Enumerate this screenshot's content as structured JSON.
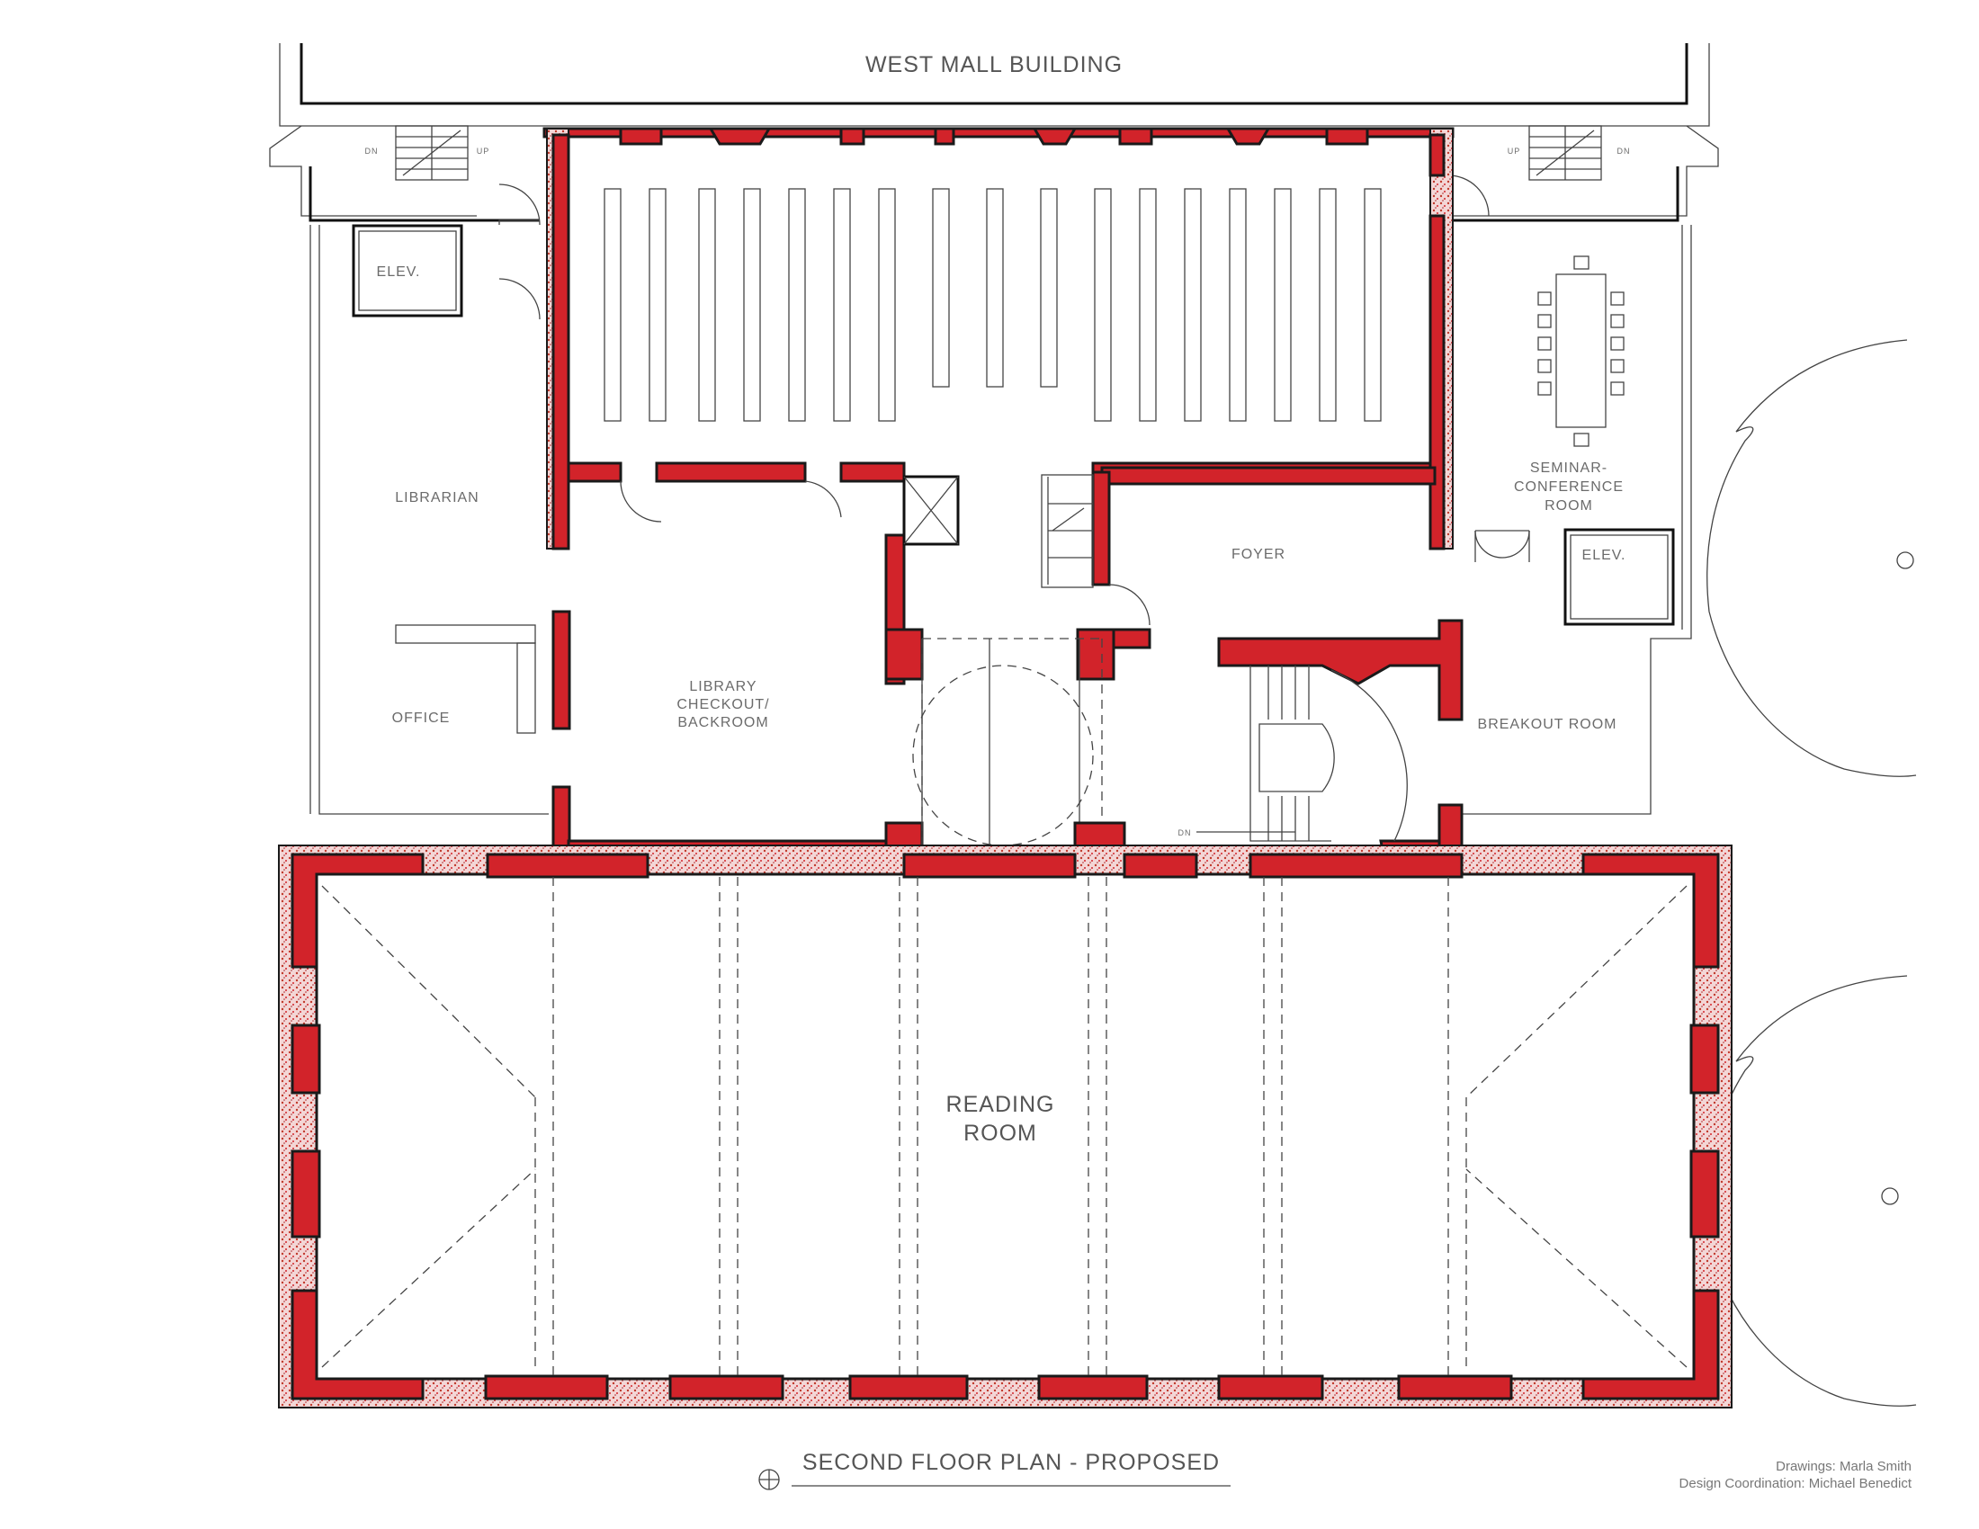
{
  "building_label": "WEST MALL BUILDING",
  "rooms": {
    "elev_west": "ELEV.",
    "elev_east": "ELEV.",
    "librarian": "LIBRARIAN",
    "office": "OFFICE",
    "checkout_line1": "LIBRARY",
    "checkout_line2": "CHECKOUT/",
    "checkout_line3": "BACKROOM",
    "foyer": "FOYER",
    "seminar_line1": "SEMINAR-",
    "seminar_line2": "CONFERENCE",
    "seminar_line3": "ROOM",
    "breakout": "BREAKOUT ROOM",
    "reading_line1": "READING",
    "reading_line2": "ROOM"
  },
  "stair_labels": {
    "dn_west": "DN",
    "up_west": "UP",
    "up_east": "UP",
    "dn_east": "DN",
    "dn_main": "DN"
  },
  "plan_title": "SECOND FLOOR PLAN - PROPOSED",
  "credits": {
    "drawings": "Drawings: Marla Smith",
    "coordination": "Design Coordination: Michael Benedict"
  },
  "colors": {
    "new_wall": "#d2232a",
    "existing_masonry": "#c0392b",
    "linework": "#1a1a1a"
  }
}
